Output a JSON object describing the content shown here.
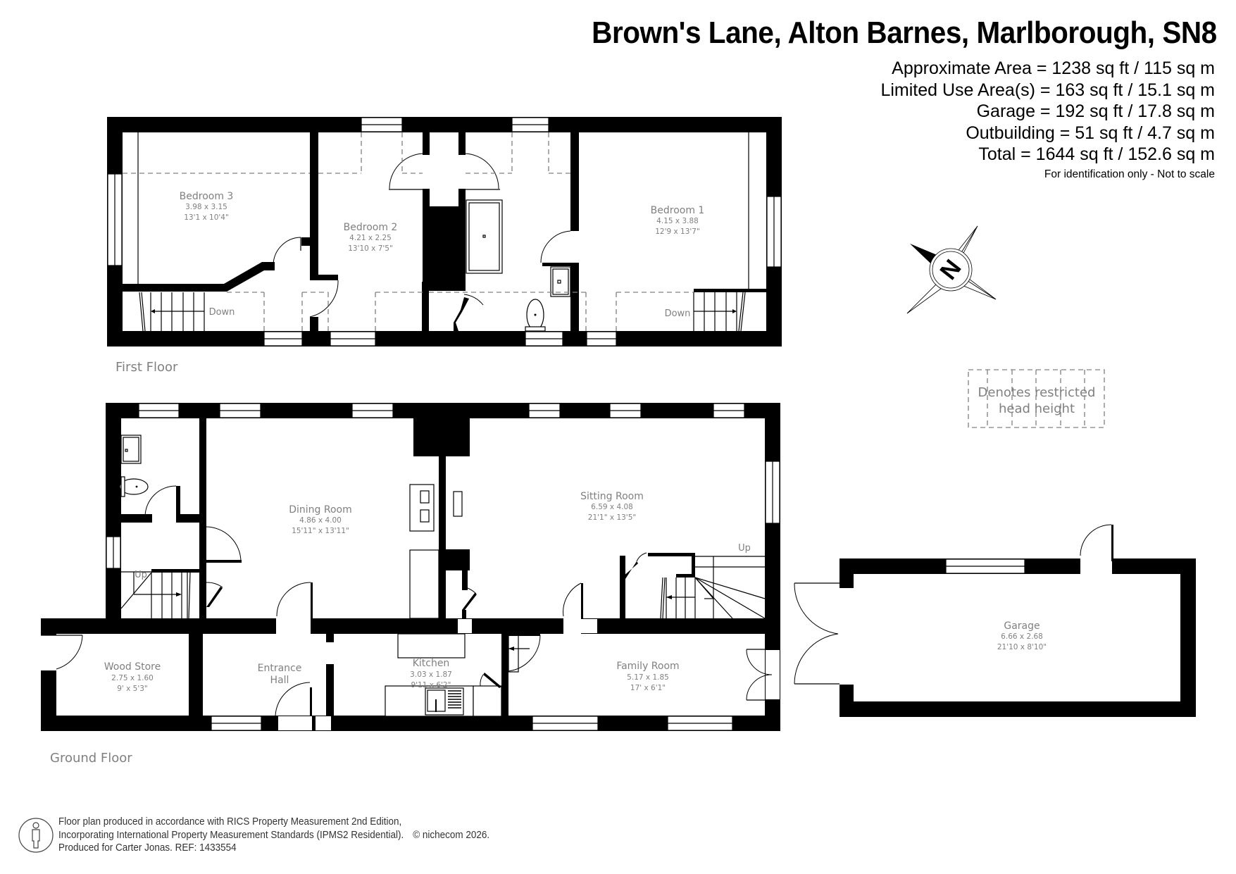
{
  "header": {
    "title": "Brown's Lane, Alton Barnes, Marlborough, SN8",
    "areas": [
      "Approximate Area = 1238 sq ft / 115 sq m",
      "Limited Use Area(s) = 163 sq ft / 15.1 sq m",
      "Garage = 192 sq ft / 17.8 sq m",
      "Outbuilding = 51 sq ft / 4.7 sq m",
      "Total = 1644 sq ft / 152.6 sq m"
    ],
    "note": "For identification only - Not to scale"
  },
  "floors": {
    "first_floor_label": "First Floor",
    "ground_floor_label": "Ground Floor"
  },
  "rooms": {
    "bedroom3": {
      "name": "Bedroom 3",
      "metric": "3.98 x 3.15",
      "imperial": "13'1 x 10'4\""
    },
    "bedroom2": {
      "name": "Bedroom 2",
      "metric": "4.21 x 2.25",
      "imperial": "13'10 x 7'5\""
    },
    "bedroom1": {
      "name": "Bedroom 1",
      "metric": "4.15 x 3.88",
      "imperial": "12'9 x 13'7\""
    },
    "dining": {
      "name": "Dining Room",
      "metric": "4.86 x 4.00",
      "imperial": "15'11\" x 13'11\""
    },
    "sitting": {
      "name": "Sitting Room",
      "metric": "6.59 x 4.08",
      "imperial": "21'1\" x 13'5\""
    },
    "wood_store": {
      "name": "Wood Store",
      "metric": "2.75 x 1.60",
      "imperial": "9' x 5'3\""
    },
    "entrance_hall": {
      "name_line1": "Entrance",
      "name_line2": "Hall"
    },
    "kitchen": {
      "name": "Kitchen",
      "metric": "3.03 x 1.87",
      "imperial": "9'11 x 6'2\""
    },
    "family": {
      "name": "Family Room",
      "metric": "5.17 x 1.85",
      "imperial": "17' x 6'1\""
    },
    "garage": {
      "name": "Garage",
      "metric": "6.66 x 2.68",
      "imperial": "21'10 x 8'10\""
    }
  },
  "stairs": {
    "first_floor_left": "Down",
    "first_floor_right": "Down",
    "ground_left": "Up",
    "ground_right": "Up"
  },
  "compass": {
    "letter": "N"
  },
  "legend": {
    "line1": "Denotes restricted",
    "line2": "head height"
  },
  "footer": {
    "line1": "Floor plan produced in accordance with RICS Property Measurement 2nd Edition,",
    "line2": "Incorporating International Property Measurement Standards (IPMS2 Residential).",
    "copyright": "© nichecom 2026.",
    "line3": "Produced for Carter Jonas.   REF: 1433554"
  },
  "colors": {
    "wall": "#000000",
    "label": "#808080",
    "dashed": "#808080",
    "background": "#ffffff"
  }
}
